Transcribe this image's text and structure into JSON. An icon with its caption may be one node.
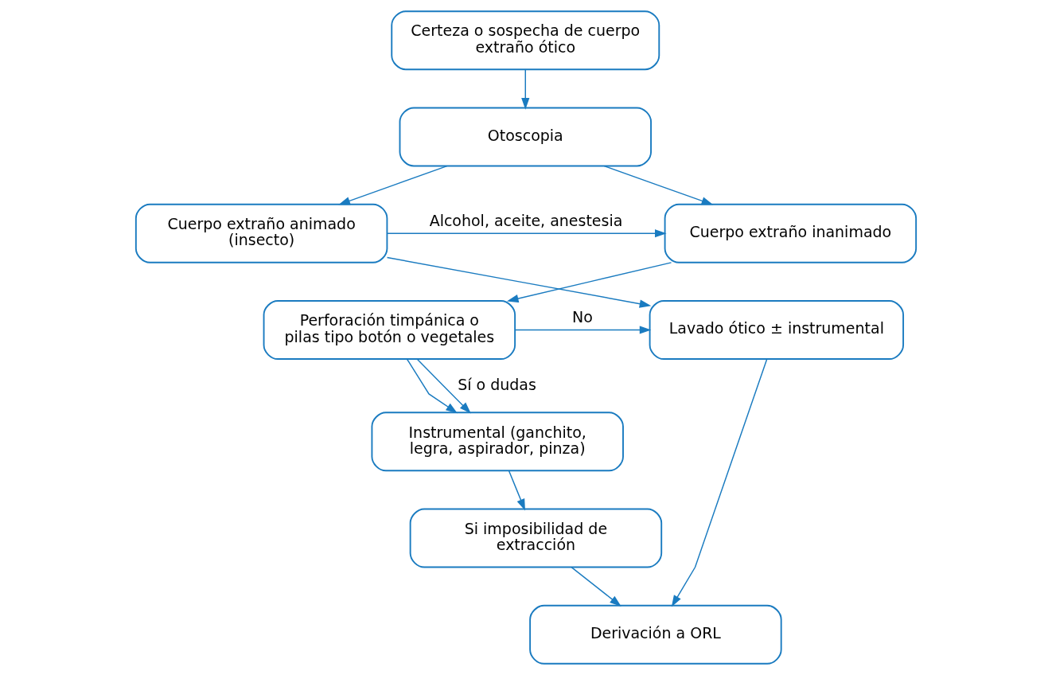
{
  "diagram": {
    "nodes": [
      {
        "text": [
          "Certeza o sospecha de cuerpo extraño ótico"
        ]
      },
      {
        "text": [
          "Otoscopia"
        ]
      },
      {
        "text": [
          "Cuerpo extraño animado (insecto)"
        ]
      },
      {
        "text": [
          "Cuerpo extraño inanimado"
        ]
      },
      {
        "text": [
          "Lavado ótico ± instrumental"
        ]
      },
      {
        "text": [
          "Perforación timpánica o pilas tipo botón o vegetales"
        ]
      },
      {
        "text": [
          "Instrumental (ganchito, legra, aspirador, pinza)"
        ]
      },
      {
        "text": [
          "Si imposibilidad de extracción"
        ]
      },
      {
        "text": [
          "Derivación a ORL"
        ]
      }
    ],
    "edges": [
      {
        "from": 0,
        "to": 1,
        "arrow": "to"
      },
      {
        "from": 1,
        "to": 2,
        "arrow": "to"
      },
      {
        "from": 1,
        "to": 3,
        "arrow": "to"
      },
      {
        "from": 2,
        "to": 3,
        "arrow": "to",
        "label": "Alcohol, aceite, anestesia"
      },
      {
        "from": 2,
        "to": 4,
        "arrow": "to"
      },
      {
        "from": 3,
        "to": 5,
        "arrow": "to"
      },
      {
        "from": 5,
        "to": 4,
        "arrow": "to",
        "label": "No"
      },
      {
        "from": 5,
        "to": 6,
        "arrow": "to"
      },
      {
        "from": 5,
        "to": 6,
        "arrow": "to",
        "label": "Sí o dudas"
      },
      {
        "from": 6,
        "to": 7,
        "arrow": "to"
      },
      {
        "from": 7,
        "to": 8,
        "arrow": "to"
      },
      {
        "from": 4,
        "to": 8,
        "arrow": "to"
      }
    ]
  }
}
